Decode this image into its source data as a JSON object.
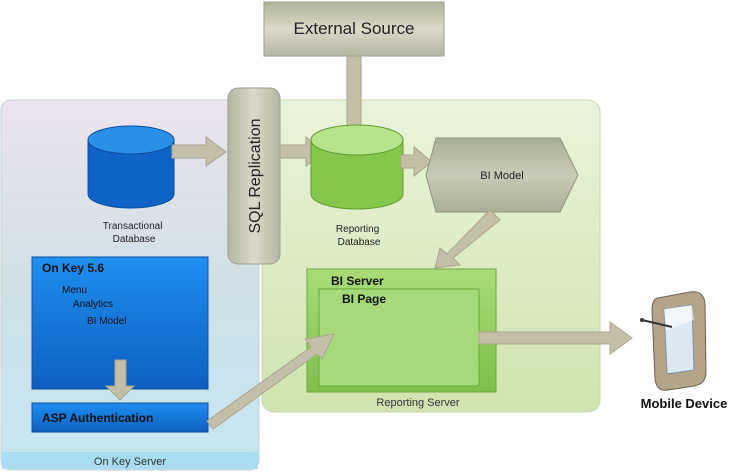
{
  "nodes": {
    "external_source": "External Source",
    "sql_replication": "SQL Replication",
    "transactional_database": [
      "Transactional",
      "Database"
    ],
    "reporting_database": [
      "Reporting",
      "Database"
    ],
    "bi_model": "BI Model",
    "on_key": {
      "title": "On Key 5.6",
      "menu": "Menu",
      "analytics": "Analytics",
      "bi_model": "BI Model"
    },
    "asp_authentication": "ASP Authentication",
    "on_key_server": "On Key Server",
    "bi_server": "BI Server",
    "bi_page": "BI Page",
    "reporting_server": "Reporting Server",
    "mobile_device": "Mobile Device"
  },
  "colors": {
    "on_key_server_zone": "#cfe0e8",
    "reporting_server_zone": "#dcebc8",
    "blue_box": "#1a7fe0",
    "green_box": "#9fd36a",
    "bar_gray": "#cdc9b8",
    "arrow": "#c3bfa8"
  }
}
